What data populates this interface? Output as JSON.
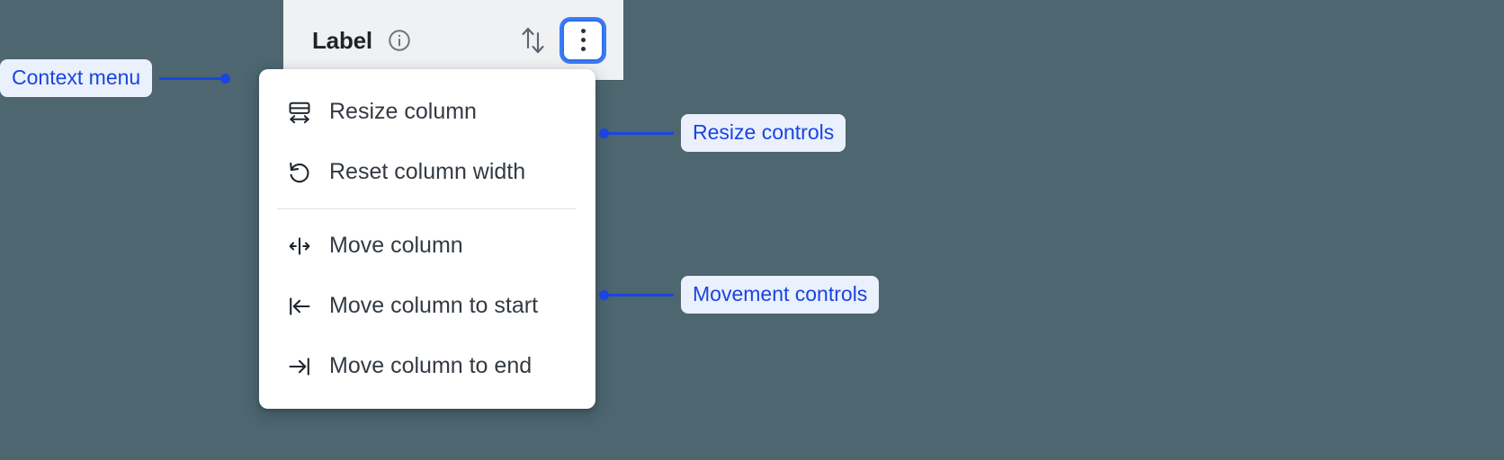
{
  "background_color": "#4d6670",
  "accent_color": "#1a45e0",
  "column_header": {
    "title": "Label",
    "info_icon": "info-circle-icon",
    "sort_icon": "sort-up-down-icon",
    "menu_button_icon": "kebab-vertical-icon"
  },
  "context_menu": {
    "groups": [
      {
        "name": "resize",
        "items": [
          {
            "icon": "resize-column-icon",
            "label": "Resize column"
          },
          {
            "icon": "reset-width-icon",
            "label": "Reset column width"
          }
        ]
      },
      {
        "name": "movement",
        "items": [
          {
            "icon": "move-column-icon",
            "label": "Move column"
          },
          {
            "icon": "move-to-start-icon",
            "label": "Move column to start"
          },
          {
            "icon": "move-to-end-icon",
            "label": "Move column to end"
          }
        ]
      }
    ]
  },
  "annotations": [
    {
      "id": "context-menu",
      "label": "Context menu",
      "side": "left"
    },
    {
      "id": "resize",
      "label": "Resize controls",
      "side": "right"
    },
    {
      "id": "movement",
      "label": "Movement controls",
      "side": "right"
    }
  ]
}
